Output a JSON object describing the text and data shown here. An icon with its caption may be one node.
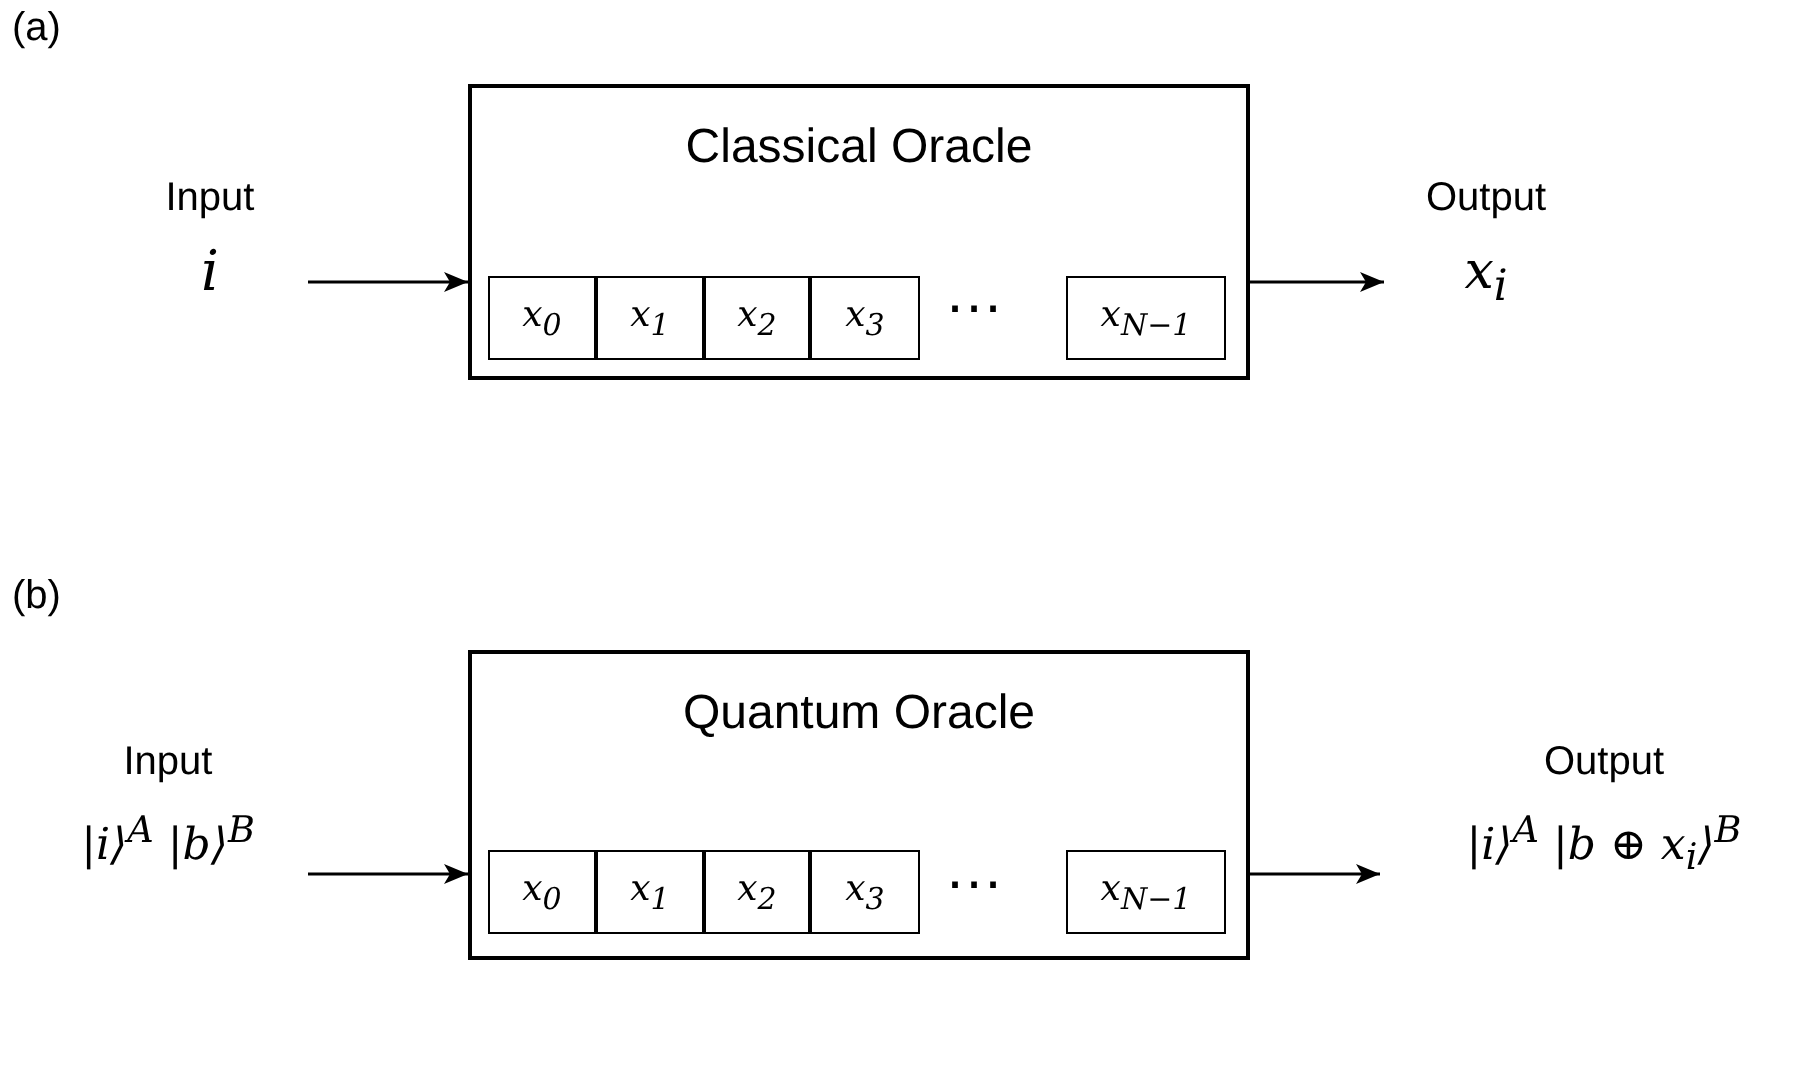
{
  "diagram": {
    "nodes": [
      {
        "text": [
          "Classical Oracle"
        ]
      },
      {
        "text": [
          "x$_{0}$"
        ],
        "in": 0
      },
      {
        "text": [
          "x$_{1}$"
        ],
        "in": 0
      },
      {
        "text": [
          "x$_{2}$"
        ],
        "in": 0
      },
      {
        "text": [
          "x$_{3}$"
        ],
        "in": 0
      },
      {
        "text": [
          "x$_{N−1}$"
        ],
        "in": 0
      },
      {
        "text": [
          "Input",
          "i"
        ]
      },
      {
        "text": [
          "Output",
          "x$_{i}$"
        ]
      },
      {
        "text": [
          "Quantum Oracle"
        ]
      },
      {
        "text": [
          "x$_{0}$"
        ],
        "in": 8
      },
      {
        "text": [
          "x$_{1}$"
        ],
        "in": 8
      },
      {
        "text": [
          "x$_{2}$"
        ],
        "in": 8
      },
      {
        "text": [
          "x$_{3}$"
        ],
        "in": 8
      },
      {
        "text": [
          "x$_{N−1}$"
        ],
        "in": 8
      },
      {
        "text": [
          "Input",
          "|i⟩$^{A}$ |b⟩$^{B}$"
        ]
      },
      {
        "text": [
          "Output",
          "|i⟩$^{A}$ |b ⊕ x$_{i}$⟩$^{B}$"
        ]
      }
    ],
    "edges": [
      {
        "from": 6,
        "to": 0,
        "arrow": "to"
      },
      {
        "from": 0,
        "to": 7,
        "arrow": "to"
      },
      {
        "from": 14,
        "to": 8,
        "arrow": "to"
      },
      {
        "from": 8,
        "to": 15,
        "arrow": "to"
      }
    ],
    "labels": [
      "(a)",
      "…",
      "(b)",
      "…"
    ]
  }
}
